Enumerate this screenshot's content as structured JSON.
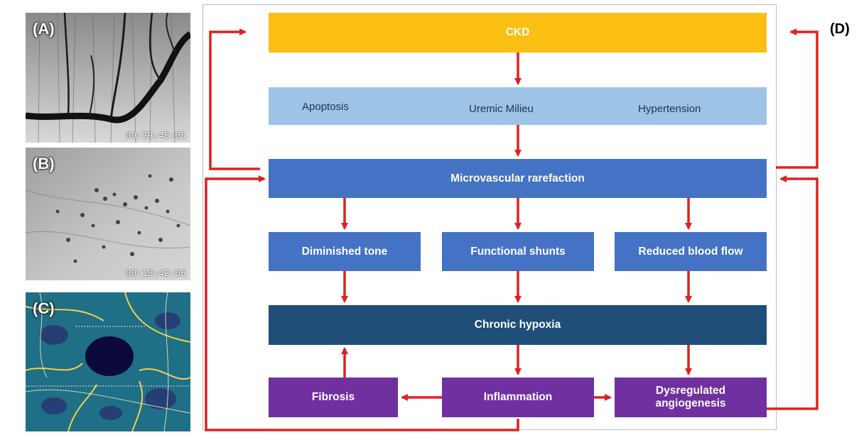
{
  "panels": {
    "a": {
      "label": "(A)",
      "timestamp": "00:29:45:05"
    },
    "b": {
      "label": "(B)",
      "timestamp": "00:18:42:06"
    },
    "c": {
      "label": "(C)"
    }
  },
  "diagram": {
    "label": "(D)",
    "colors": {
      "ckd": "#fbbf14",
      "factors": "#9dc3e6",
      "primary": "#4472c4",
      "secondary": "#4472c4",
      "hypoxia": "#1f4e79",
      "outcome": "#7030a0",
      "arrow": "#e02020"
    },
    "ckd": "CKD",
    "factors": [
      "Apoptosis",
      "Uremic Milieu",
      "Hypertension"
    ],
    "rarefaction": "Microvascular rarefaction",
    "effects": [
      "Diminished tone",
      "Functional shunts",
      "Reduced blood flow"
    ],
    "hypoxia": "Chronic hypoxia",
    "outcomes": [
      "Fibrosis",
      "Inflammation",
      "Dysregulated\nangiogenesis"
    ]
  }
}
